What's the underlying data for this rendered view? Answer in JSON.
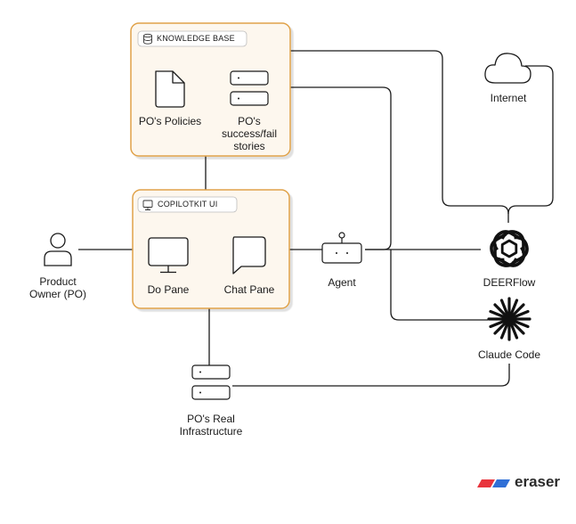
{
  "groups": {
    "knowledge_base": {
      "title": "KNOWLEDGE BASE"
    },
    "copilotkit_ui": {
      "title": "COPILOTKIT UI"
    }
  },
  "nodes": {
    "po_policies": {
      "label": "PO's Policies",
      "icon": "document-icon"
    },
    "po_stories": {
      "label_lines": [
        "PO's",
        "success/fail",
        "stories"
      ],
      "icon": "server-icon"
    },
    "product_owner": {
      "label_lines": [
        "Product",
        "Owner (PO)"
      ],
      "icon": "user-icon"
    },
    "do_pane": {
      "label": "Do Pane",
      "icon": "monitor-icon"
    },
    "chat_pane": {
      "label": "Chat Pane",
      "icon": "chat-icon"
    },
    "agent": {
      "label": "Agent",
      "icon": "robot-icon"
    },
    "internet": {
      "label": "Internet",
      "icon": "cloud-icon"
    },
    "deerflow": {
      "label": "DEERFlow",
      "icon": "openai-icon"
    },
    "claude_code": {
      "label": "Claude Code",
      "icon": "claude-icon"
    },
    "po_infra": {
      "label_lines": [
        "PO's Real",
        "Infrastructure"
      ],
      "icon": "server-icon"
    }
  },
  "brand": {
    "name": "eraser",
    "colors": [
      "#e8333c",
      "#2f6fd6"
    ]
  },
  "colors": {
    "group_border": "#e0a24a",
    "group_fill": "#fdf7ee",
    "line": "#1a1a1a"
  }
}
